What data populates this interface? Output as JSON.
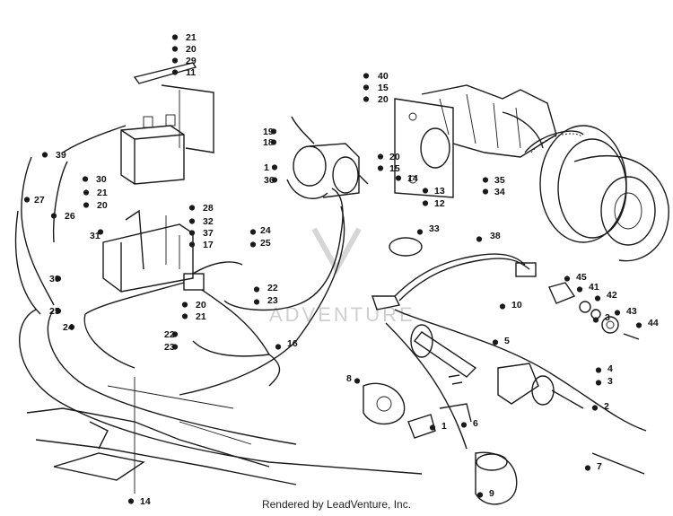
{
  "watermark": "ADVENTURE",
  "footer": "Rendered by LeadVenture, Inc.",
  "callouts": [
    "21",
    "20",
    "29",
    "11",
    "39",
    "30",
    "21",
    "20",
    "27",
    "26",
    "31",
    "32",
    "37",
    "17",
    "24",
    "25",
    "30",
    "25",
    "24",
    "28",
    "20",
    "21",
    "22",
    "23",
    "22",
    "23",
    "16",
    "19",
    "18",
    "1",
    "36",
    "40",
    "15",
    "20",
    "20",
    "15",
    "14",
    "13",
    "12",
    "35",
    "34",
    "33",
    "38",
    "45",
    "41",
    "42",
    "3",
    "43",
    "44",
    "10",
    "5",
    "4",
    "3",
    "2",
    "8",
    "6",
    "1",
    "7",
    "9",
    "14"
  ]
}
